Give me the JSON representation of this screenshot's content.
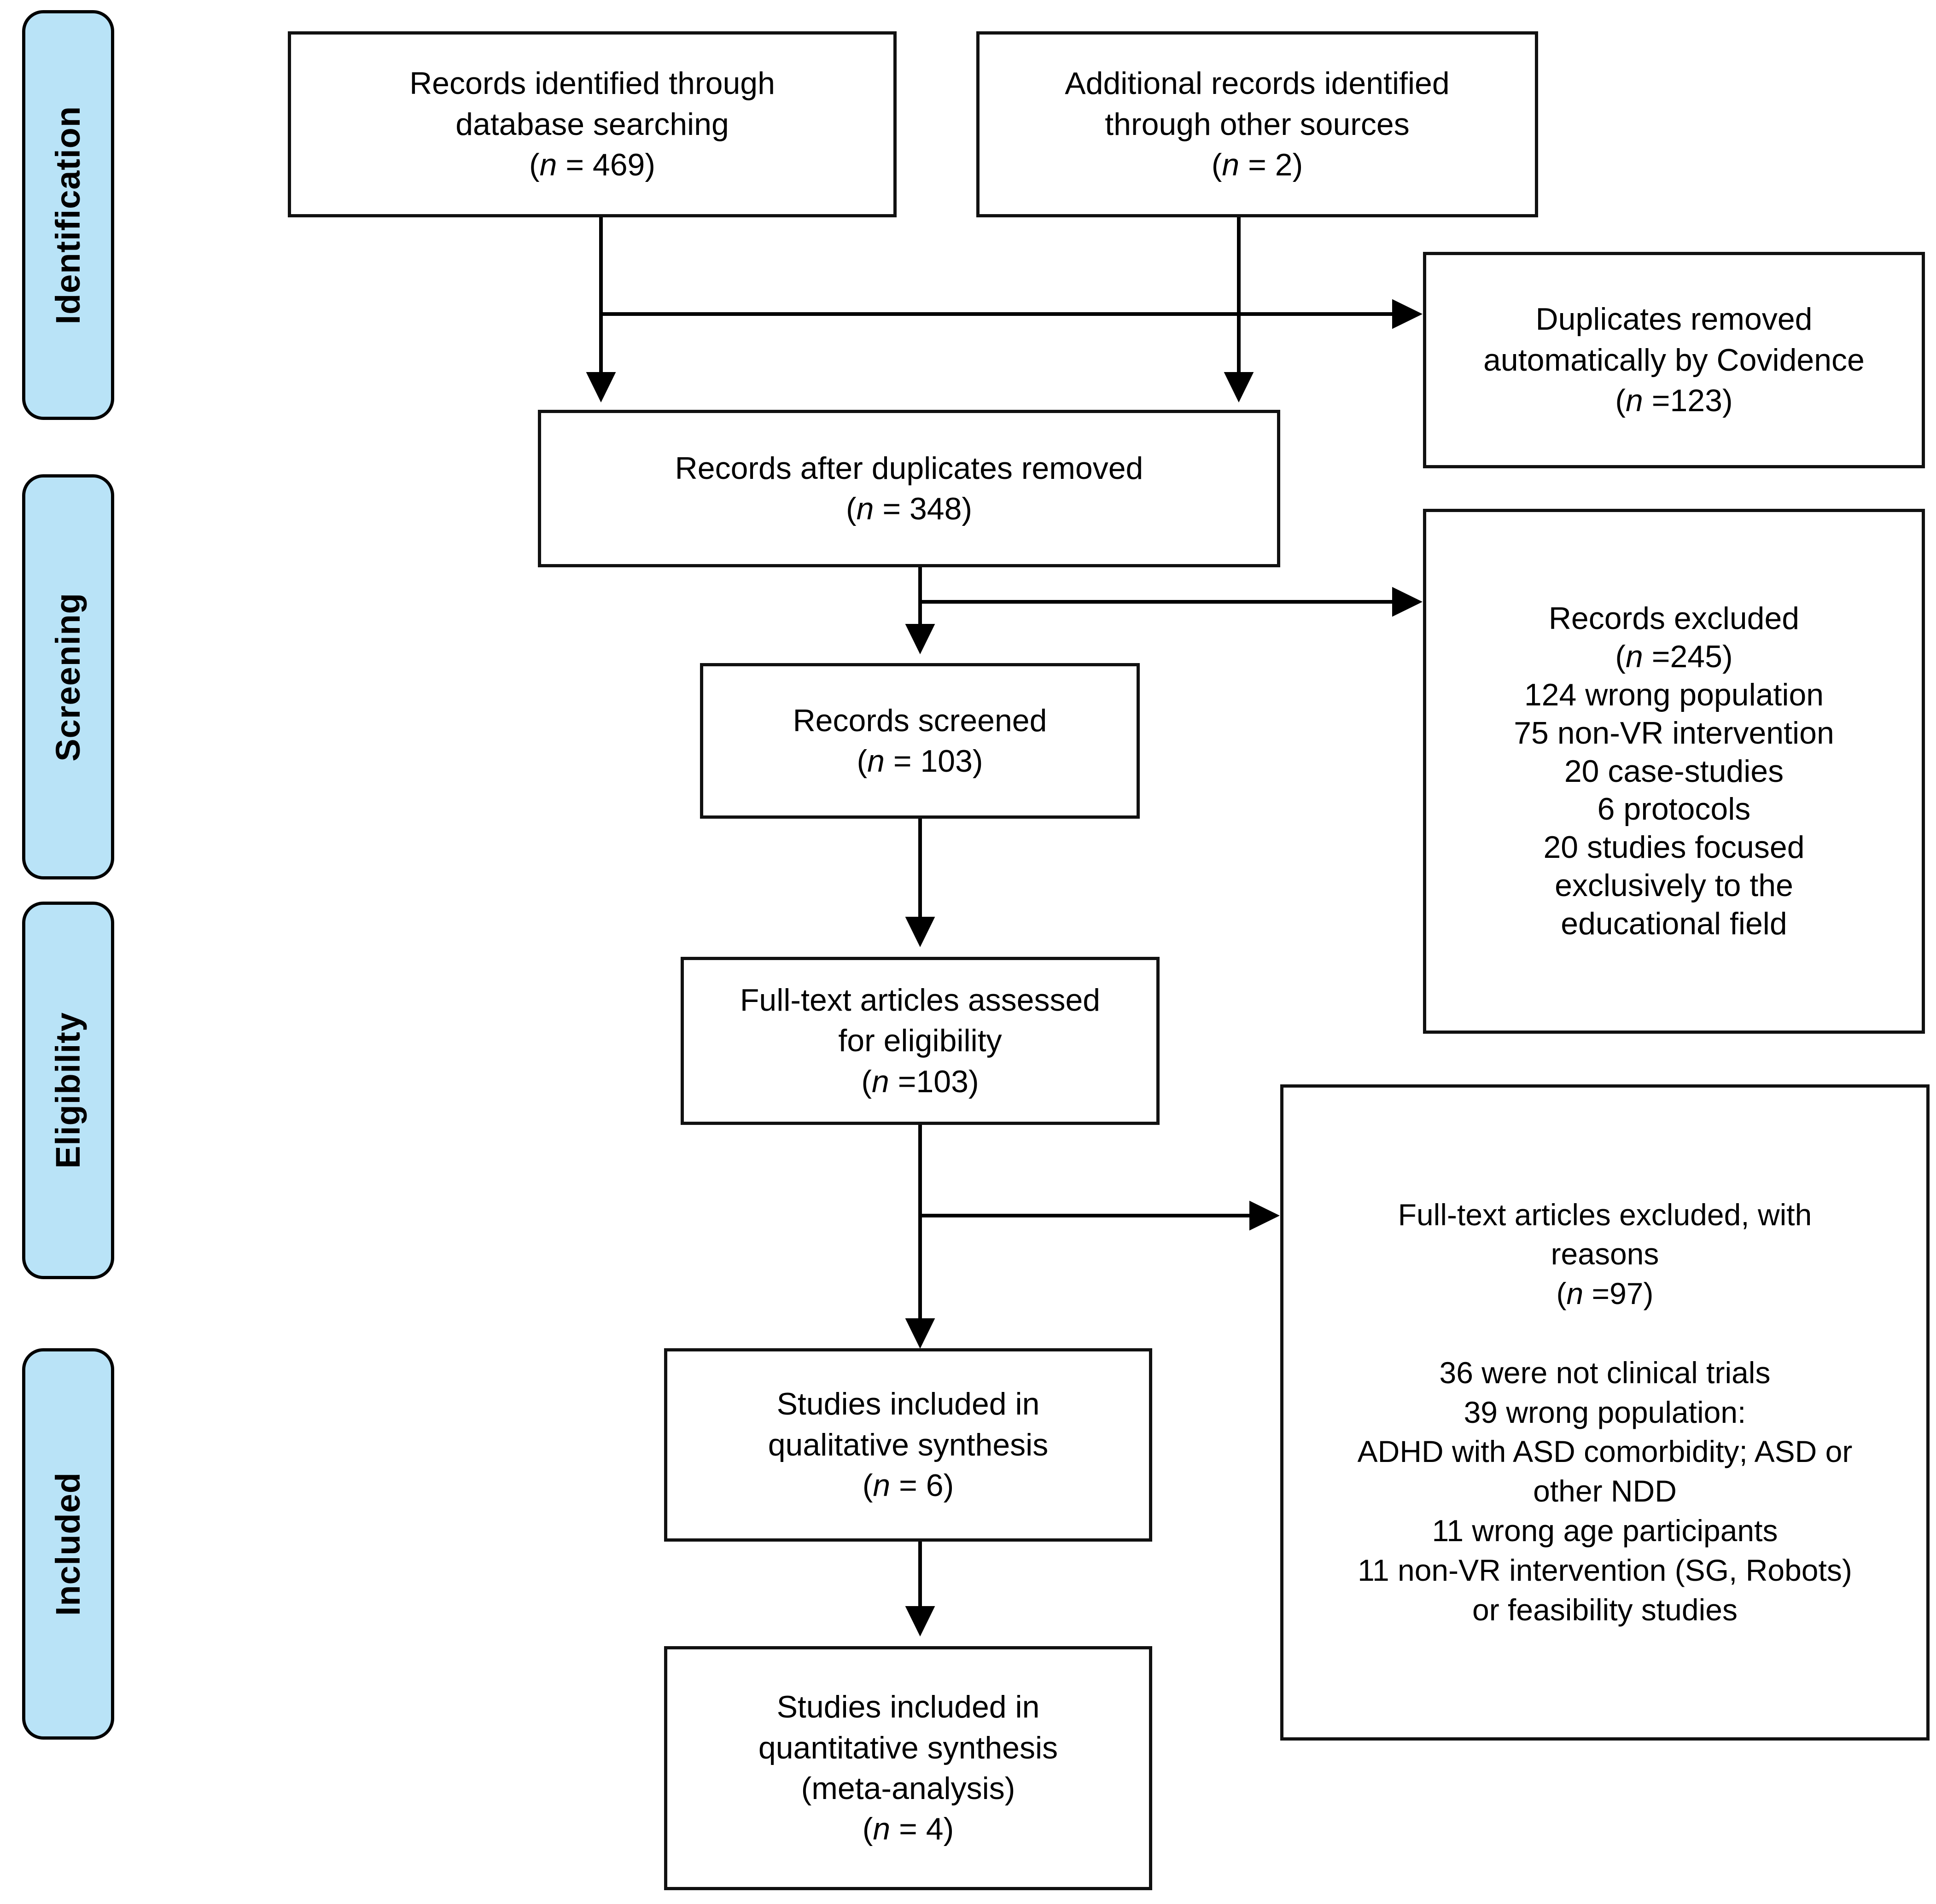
{
  "figure": {
    "type": "prisma-flow-diagram",
    "background_color": "#ffffff",
    "box_border_color": "#111111",
    "stage_pill_color": "#b9e3f7",
    "stage_pill_border_color": "#000000"
  },
  "stages": [
    {
      "id": "identification",
      "label": "Identification"
    },
    {
      "id": "screening",
      "label": "Screening"
    },
    {
      "id": "eligibility",
      "label": "Eligibility"
    },
    {
      "id": "included",
      "label": "Included"
    }
  ],
  "boxes": {
    "records_identified_database": {
      "line1": "Records identified through",
      "line2": "database searching",
      "count_prefix": "(",
      "count_var": "n",
      "count_eq": " = 469)",
      "full_text": "Records identified through\ndatabase searching\n(n = 469)"
    },
    "additional_records_other": {
      "line1": "Additional records identified",
      "line2": "through other sources",
      "count_var": "n",
      "count_eq": " = 2)",
      "full_text": "Additional records identified\nthrough other sources\n(n = 2)"
    },
    "duplicates_removed": {
      "line1": "Duplicates removed",
      "line2": "automatically by Covidence",
      "count_var": "n",
      "count_eq": " =123)",
      "full_text": "Duplicates removed\nautomatically by Covidence\n(n =123)"
    },
    "records_after_duplicates": {
      "line1": "Records after duplicates removed",
      "count_var": "n",
      "count_eq": " = 348)",
      "full_text": "Records after duplicates removed\n(n = 348)"
    },
    "records_screened": {
      "line1": "Records screened",
      "count_var": "n",
      "count_eq": " = 103)",
      "full_text": "Records screened\n(n = 103)"
    },
    "records_excluded": {
      "title": "Records excluded",
      "count_var": "n",
      "count_eq": " =245)",
      "reasons": [
        "124 wrong population",
        "75 non-VR intervention",
        "20 case-studies",
        "6 protocols",
        "20 studies focused",
        "exclusively to the",
        "educational field"
      ],
      "full_text": "Records excluded\n(n =245)\n124 wrong population\n75 non-VR intervention\n20 case-studies\n6 protocols\n20 studies focused\nexclusively to the\neducational field"
    },
    "fulltext_assessed": {
      "line1": "Full-text articles assessed",
      "line2": "for eligibility",
      "count_var": "n",
      "count_eq": " =103)",
      "full_text": "Full-text articles assessed\nfor eligibility\n(n =103)"
    },
    "fulltext_excluded": {
      "title_line1": "Full-text articles excluded, with",
      "title_line2": "reasons",
      "count_var": "n",
      "count_eq": " =97)",
      "reasons": [
        "36 were not clinical trials",
        "39 wrong population:",
        "ADHD with ASD comorbidity; ASD or",
        "other NDD",
        "11 wrong age participants",
        "11 non-VR intervention (SG, Robots)",
        "or feasibility studies"
      ],
      "full_text": "Full-text articles excluded, with\nreasons\n(n =97)\n\n36 were not clinical trials\n39 wrong population:\nADHD with ASD comorbidity; ASD or\nother NDD\n11 wrong age participants\n11 non-VR intervention (SG, Robots)\nor feasibility studies"
    },
    "qualitative_synthesis": {
      "line1": "Studies included in",
      "line2": "qualitative synthesis",
      "count_var": "n",
      "count_eq": " = 6)",
      "full_text": "Studies included in\nqualitative synthesis\n(n = 6)"
    },
    "quantitative_synthesis": {
      "line1": "Studies included in",
      "line2": "quantitative synthesis",
      "line3": "(meta-analysis)",
      "count_var": "n",
      "count_eq": " = 4)",
      "full_text": "Studies included in\nquantitative synthesis\n(meta-analysis)\n(n = 4)"
    }
  },
  "counts": {
    "records_identified_database": 469,
    "additional_records_other": 2,
    "duplicates_removed": 123,
    "records_after_duplicates": 348,
    "records_screened": 103,
    "records_excluded": 245,
    "fulltext_assessed": 103,
    "fulltext_excluded": 97,
    "qualitative_synthesis": 6,
    "quantitative_synthesis": 4
  }
}
